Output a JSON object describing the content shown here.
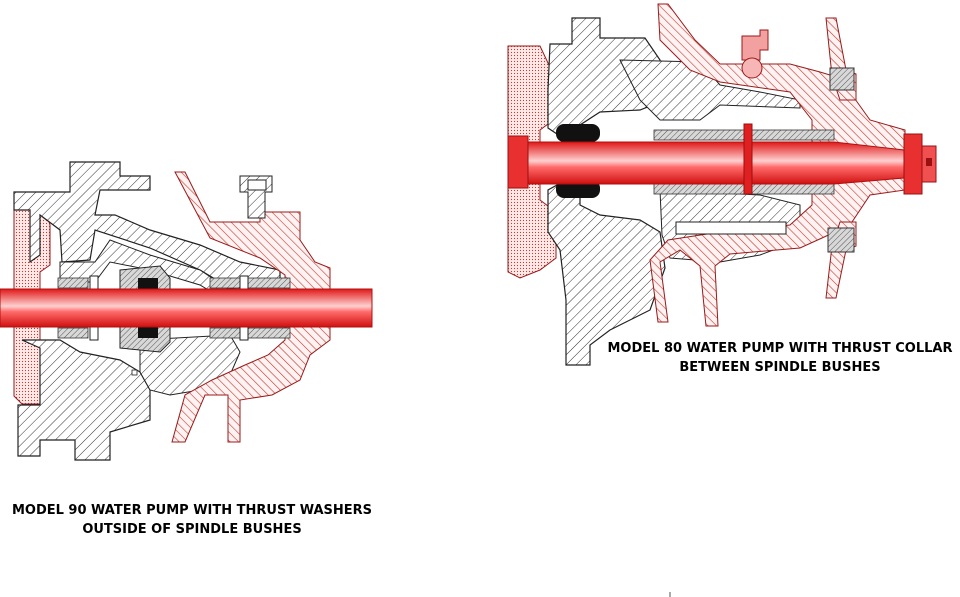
{
  "colors": {
    "background": "#ffffff",
    "housing_hatch": "#222222",
    "red_hatch": "#c0392b",
    "spindle_red": "#f02020",
    "spindle_highlight": "#ffd6d6",
    "seal_black": "#111111",
    "bush_grey": "#888888"
  },
  "figures": [
    {
      "id": "model-80",
      "caption_line1": "MODEL 80 WATER PUMP WITH THRUST COLLAR",
      "caption_line2": "BETWEEN SPINDLE BUSHES"
    },
    {
      "id": "model-90",
      "caption_line1": "MODEL 90 WATER PUMP WITH THRUST WASHERS",
      "caption_line2": "OUTSIDE OF SPINDLE BUSHES"
    }
  ]
}
